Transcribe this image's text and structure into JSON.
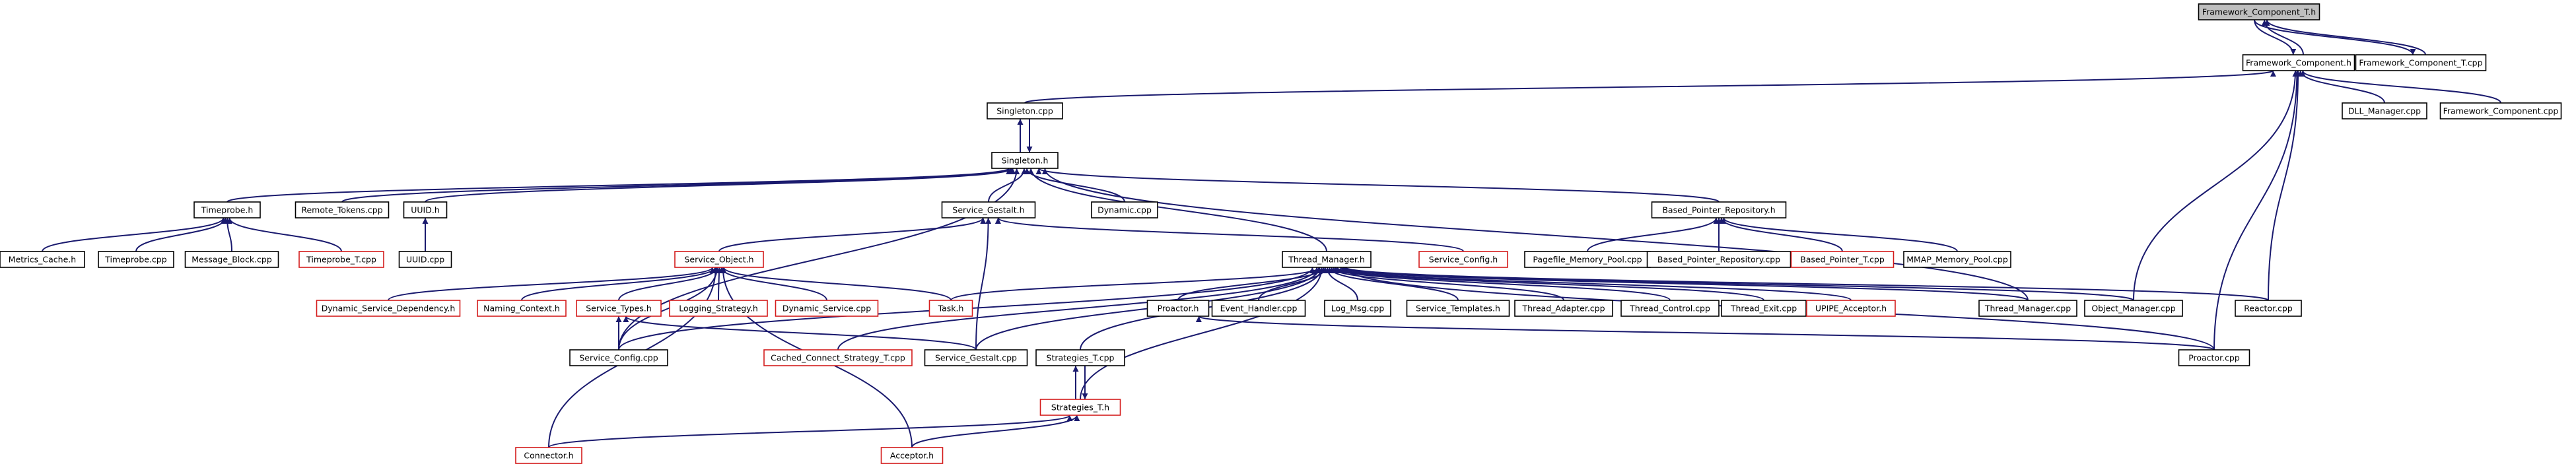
{
  "nodes": [
    {
      "id": "framework_component_t_h",
      "label": "Framework_Component_T.h",
      "style": "root"
    },
    {
      "id": "framework_component_h",
      "label": "Framework_Component.h",
      "style": "normal"
    },
    {
      "id": "framework_component_t_cpp",
      "label": "Framework_Component_T.cpp",
      "style": "normal"
    },
    {
      "id": "singleton_cpp",
      "label": "Singleton.cpp",
      "style": "normal"
    },
    {
      "id": "dll_manager_cpp",
      "label": "DLL_Manager.cpp",
      "style": "normal"
    },
    {
      "id": "framework_component_cpp",
      "label": "Framework_Component.cpp",
      "style": "normal"
    },
    {
      "id": "singleton_h",
      "label": "Singleton.h",
      "style": "normal"
    },
    {
      "id": "timeprobe_h",
      "label": "Timeprobe.h",
      "style": "normal"
    },
    {
      "id": "remote_tokens_cpp",
      "label": "Remote_Tokens.cpp",
      "style": "normal"
    },
    {
      "id": "uuid_h",
      "label": "UUID.h",
      "style": "normal"
    },
    {
      "id": "service_gestalt_h",
      "label": "Service_Gestalt.h",
      "style": "normal"
    },
    {
      "id": "dynamic_cpp",
      "label": "Dynamic.cpp",
      "style": "normal"
    },
    {
      "id": "based_pointer_repository_h",
      "label": "Based_Pointer_Repository.h",
      "style": "normal"
    },
    {
      "id": "metrics_cache_h",
      "label": "Metrics_Cache.h",
      "style": "normal"
    },
    {
      "id": "timeprobe_cpp",
      "label": "Timeprobe.cpp",
      "style": "normal"
    },
    {
      "id": "message_block_cpp",
      "label": "Message_Block.cpp",
      "style": "normal"
    },
    {
      "id": "timeprobe_t_cpp",
      "label": "Timeprobe_T.cpp",
      "style": "red"
    },
    {
      "id": "uuid_cpp",
      "label": "UUID.cpp",
      "style": "normal"
    },
    {
      "id": "service_object_h",
      "label": "Service_Object.h",
      "style": "red"
    },
    {
      "id": "service_config_h",
      "label": "Service_Config.h",
      "style": "red"
    },
    {
      "id": "pagefile_memory_pool_cpp",
      "label": "Pagefile_Memory_Pool.cpp",
      "style": "normal"
    },
    {
      "id": "based_pointer_repository_cpp",
      "label": "Based_Pointer_Repository.cpp",
      "style": "normal"
    },
    {
      "id": "based_pointer_t_cpp",
      "label": "Based_Pointer_T.cpp",
      "style": "red"
    },
    {
      "id": "mmap_memory_pool_cpp",
      "label": "MMAP_Memory_Pool.cpp",
      "style": "normal"
    },
    {
      "id": "thread_manager_h",
      "label": "Thread_Manager.h",
      "style": "normal"
    },
    {
      "id": "dynamic_service_dependency_h",
      "label": "Dynamic_Service_Dependency.h",
      "style": "red"
    },
    {
      "id": "naming_context_h",
      "label": "Naming_Context.h",
      "style": "red"
    },
    {
      "id": "service_types_h",
      "label": "Service_Types.h",
      "style": "red"
    },
    {
      "id": "logging_strategy_h",
      "label": "Logging_Strategy.h",
      "style": "red"
    },
    {
      "id": "dynamic_service_cpp",
      "label": "Dynamic_Service.cpp",
      "style": "red"
    },
    {
      "id": "task_h",
      "label": "Task.h",
      "style": "red"
    },
    {
      "id": "proactor_h",
      "label": "Proactor.h",
      "style": "normal"
    },
    {
      "id": "event_handler_cpp",
      "label": "Event_Handler.cpp",
      "style": "normal"
    },
    {
      "id": "log_msg_cpp",
      "label": "Log_Msg.cpp",
      "style": "normal"
    },
    {
      "id": "service_templates_h",
      "label": "Service_Templates.h",
      "style": "normal"
    },
    {
      "id": "thread_adapter_cpp",
      "label": "Thread_Adapter.cpp",
      "style": "normal"
    },
    {
      "id": "thread_control_cpp",
      "label": "Thread_Control.cpp",
      "style": "normal"
    },
    {
      "id": "thread_exit_cpp",
      "label": "Thread_Exit.cpp",
      "style": "normal"
    },
    {
      "id": "upipe_acceptor_h",
      "label": "UPIPE_Acceptor.h",
      "style": "red"
    },
    {
      "id": "thread_manager_cpp",
      "label": "Thread_Manager.cpp",
      "style": "normal"
    },
    {
      "id": "object_manager_cpp",
      "label": "Object_Manager.cpp",
      "style": "normal"
    },
    {
      "id": "reactor_cpp",
      "label": "Reactor.cpp",
      "style": "normal"
    },
    {
      "id": "service_config_cpp",
      "label": "Service_Config.cpp",
      "style": "normal"
    },
    {
      "id": "cached_connect_strategy_t_cpp",
      "label": "Cached_Connect_Strategy_T.cpp",
      "style": "red"
    },
    {
      "id": "service_gestalt_cpp",
      "label": "Service_Gestalt.cpp",
      "style": "normal"
    },
    {
      "id": "strategies_t_cpp",
      "label": "Strategies_T.cpp",
      "style": "normal"
    },
    {
      "id": "proactor_cpp",
      "label": "Proactor.cpp",
      "style": "normal"
    },
    {
      "id": "strategies_t_h",
      "label": "Strategies_T.h",
      "style": "red"
    },
    {
      "id": "connector_h",
      "label": "Connector.h",
      "style": "red"
    },
    {
      "id": "acceptor_h",
      "label": "Acceptor.h",
      "style": "red"
    }
  ],
  "edges": [
    {
      "from": "framework_component_h",
      "to": "framework_component_t_h"
    },
    {
      "from": "framework_component_t_h",
      "to": "framework_component_h"
    },
    {
      "from": "framework_component_t_cpp",
      "to": "framework_component_t_h"
    },
    {
      "from": "framework_component_t_h",
      "to": "framework_component_t_cpp"
    },
    {
      "from": "singleton_cpp",
      "to": "framework_component_h"
    },
    {
      "from": "dll_manager_cpp",
      "to": "framework_component_h"
    },
    {
      "from": "framework_component_cpp",
      "to": "framework_component_h"
    },
    {
      "from": "object_manager_cpp",
      "to": "framework_component_h"
    },
    {
      "from": "reactor_cpp",
      "to": "framework_component_h"
    },
    {
      "from": "proactor_cpp",
      "to": "framework_component_h"
    },
    {
      "from": "singleton_h",
      "to": "singleton_cpp"
    },
    {
      "from": "singleton_cpp",
      "to": "singleton_h"
    },
    {
      "from": "timeprobe_h",
      "to": "singleton_h"
    },
    {
      "from": "remote_tokens_cpp",
      "to": "singleton_h"
    },
    {
      "from": "uuid_h",
      "to": "singleton_h"
    },
    {
      "from": "service_gestalt_h",
      "to": "singleton_h"
    },
    {
      "from": "dynamic_cpp",
      "to": "singleton_h"
    },
    {
      "from": "based_pointer_repository_h",
      "to": "singleton_h"
    },
    {
      "from": "thread_manager_h",
      "to": "singleton_h"
    },
    {
      "from": "thread_manager_cpp",
      "to": "singleton_h"
    },
    {
      "from": "service_config_cpp",
      "to": "singleton_h"
    },
    {
      "from": "metrics_cache_h",
      "to": "timeprobe_h"
    },
    {
      "from": "timeprobe_cpp",
      "to": "timeprobe_h"
    },
    {
      "from": "message_block_cpp",
      "to": "timeprobe_h"
    },
    {
      "from": "timeprobe_t_cpp",
      "to": "timeprobe_h"
    },
    {
      "from": "uuid_cpp",
      "to": "uuid_h"
    },
    {
      "from": "service_object_h",
      "to": "service_gestalt_h"
    },
    {
      "from": "service_config_h",
      "to": "service_gestalt_h"
    },
    {
      "from": "service_gestalt_cpp",
      "to": "service_gestalt_h"
    },
    {
      "from": "pagefile_memory_pool_cpp",
      "to": "based_pointer_repository_h"
    },
    {
      "from": "based_pointer_repository_cpp",
      "to": "based_pointer_repository_h"
    },
    {
      "from": "based_pointer_t_cpp",
      "to": "based_pointer_repository_h"
    },
    {
      "from": "mmap_memory_pool_cpp",
      "to": "based_pointer_repository_h"
    },
    {
      "from": "dynamic_service_dependency_h",
      "to": "service_object_h"
    },
    {
      "from": "naming_context_h",
      "to": "service_object_h"
    },
    {
      "from": "service_types_h",
      "to": "service_object_h"
    },
    {
      "from": "logging_strategy_h",
      "to": "service_object_h"
    },
    {
      "from": "dynamic_service_cpp",
      "to": "service_object_h"
    },
    {
      "from": "task_h",
      "to": "service_object_h"
    },
    {
      "from": "service_config_cpp",
      "to": "service_object_h"
    },
    {
      "from": "acceptor_h",
      "to": "service_object_h"
    },
    {
      "from": "connector_h",
      "to": "service_object_h"
    },
    {
      "from": "service_config_cpp",
      "to": "service_types_h"
    },
    {
      "from": "service_gestalt_cpp",
      "to": "service_types_h"
    },
    {
      "from": "task_h",
      "to": "thread_manager_h"
    },
    {
      "from": "proactor_h",
      "to": "thread_manager_h"
    },
    {
      "from": "event_handler_cpp",
      "to": "thread_manager_h"
    },
    {
      "from": "log_msg_cpp",
      "to": "thread_manager_h"
    },
    {
      "from": "service_templates_h",
      "to": "thread_manager_h"
    },
    {
      "from": "thread_adapter_cpp",
      "to": "thread_manager_h"
    },
    {
      "from": "thread_control_cpp",
      "to": "thread_manager_h"
    },
    {
      "from": "thread_exit_cpp",
      "to": "thread_manager_h"
    },
    {
      "from": "upipe_acceptor_h",
      "to": "thread_manager_h"
    },
    {
      "from": "thread_manager_cpp",
      "to": "thread_manager_h"
    },
    {
      "from": "object_manager_cpp",
      "to": "thread_manager_h"
    },
    {
      "from": "reactor_cpp",
      "to": "thread_manager_h"
    },
    {
      "from": "proactor_cpp",
      "to": "thread_manager_h"
    },
    {
      "from": "service_config_cpp",
      "to": "thread_manager_h"
    },
    {
      "from": "cached_connect_strategy_t_cpp",
      "to": "thread_manager_h"
    },
    {
      "from": "service_gestalt_cpp",
      "to": "thread_manager_h"
    },
    {
      "from": "strategies_t_cpp",
      "to": "thread_manager_h"
    },
    {
      "from": "strategies_t_h",
      "to": "thread_manager_h"
    },
    {
      "from": "proactor_cpp",
      "to": "proactor_h"
    },
    {
      "from": "strategies_t_cpp",
      "to": "strategies_t_h"
    },
    {
      "from": "strategies_t_h",
      "to": "strategies_t_cpp"
    },
    {
      "from": "connector_h",
      "to": "strategies_t_h"
    },
    {
      "from": "acceptor_h",
      "to": "strategies_t_h"
    }
  ]
}
